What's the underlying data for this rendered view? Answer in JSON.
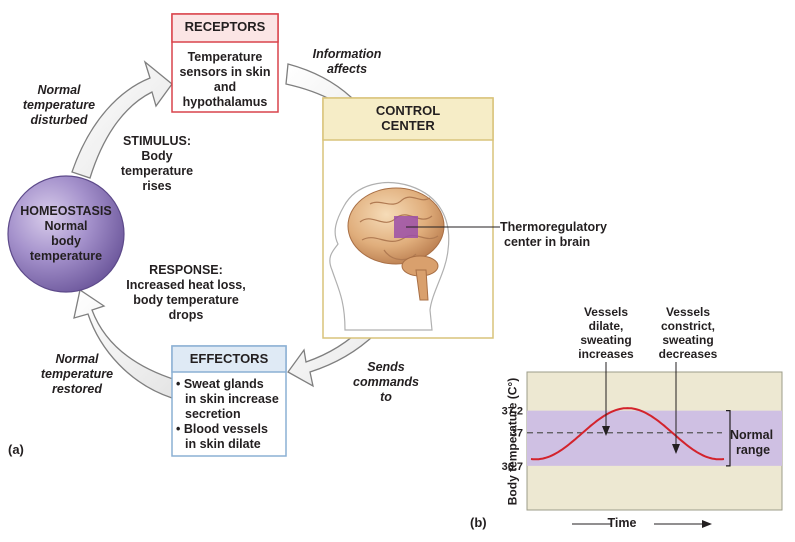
{
  "receptors": {
    "title": "RECEPTORS",
    "lines": [
      "Temperature",
      "sensors in skin",
      "and",
      "hypothalamus"
    ],
    "color": "#d9434b"
  },
  "control_center": {
    "title_line1": "CONTROL",
    "title_line2": "CENTER",
    "brain_label_line1": "Thermoregulatory",
    "brain_label_line2": "center in brain",
    "color": "#e8d28a"
  },
  "effectors": {
    "title": "EFFECTORS",
    "items": [
      [
        "• Sweat glands",
        "in skin increase",
        "secretion"
      ],
      [
        "• Blood vessels",
        "in skin dilate"
      ]
    ],
    "color": "#8bb0d4"
  },
  "homeostasis": {
    "line1": "HOMEOSTASIS",
    "line2": "Normal",
    "line3": "body",
    "line4": "temperature",
    "color": "#8c78b8"
  },
  "labels": {
    "disturbed": [
      "Normal",
      "temperature",
      "disturbed"
    ],
    "stimulus": [
      "STIMULUS:",
      "Body",
      "temperature",
      "rises"
    ],
    "information": [
      "Information",
      "affects"
    ],
    "response": [
      "RESPONSE:",
      "Increased heat loss,",
      "body temperature",
      "drops"
    ],
    "restored": [
      "Normal",
      "temperature",
      "restored"
    ],
    "sends": [
      "Sends",
      "commands",
      "to"
    ],
    "panel_a": "(a)",
    "panel_b": "(b)"
  },
  "chart_data": {
    "type": "line",
    "ylabel": "Body temperature (C°)",
    "xlabel": "Time",
    "y_ticks": [
      37.2,
      37,
      36.7
    ],
    "normal_range": [
      36.7,
      37.2
    ],
    "normal_range_label": [
      "Normal",
      "range"
    ],
    "setpoint": 37,
    "annotations": [
      {
        "text": [
          "Vessels",
          "dilate,",
          "sweating",
          "increases"
        ]
      },
      {
        "text": [
          "Vessels",
          "constrict,",
          "sweating",
          "decreases"
        ]
      }
    ],
    "series": [
      {
        "values_desc": "oscillation around 37",
        "color": "#d3232c"
      }
    ],
    "band_color": "#cfc0e3",
    "bg_color": "#ede8d2"
  }
}
